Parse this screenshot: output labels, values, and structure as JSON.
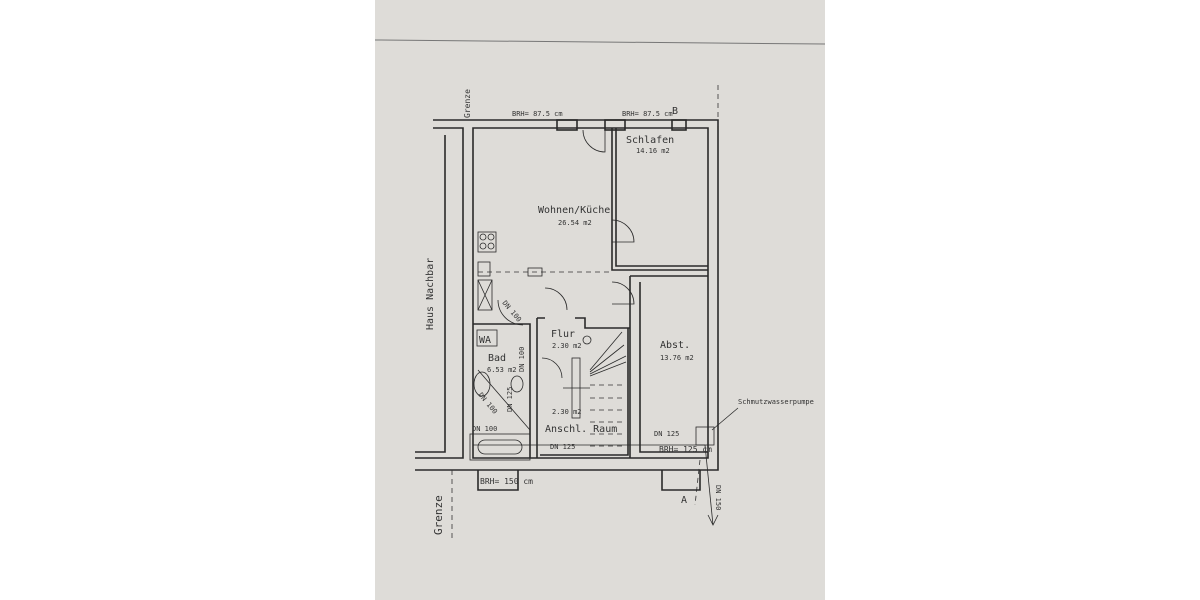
{
  "plan": {
    "border_top": "Grenze",
    "border_bottom": "Grenze",
    "neighbor": "Haus Nachbar",
    "section_b": "B",
    "section_a": "A",
    "windows": {
      "top_left": "BRH= 87.5 cm",
      "top_right": "BRH= 87.5 cm",
      "bottom_left": "BRH= 150 cm",
      "bottom_right": "BRH= 125 cm"
    },
    "rooms": [
      {
        "name": "Schlafen",
        "area": "14.16 m2"
      },
      {
        "name": "Wohnen/Küche",
        "area": "26.54 m2"
      },
      {
        "name": "Flur",
        "area": "2.30 m2"
      },
      {
        "name": "Bad",
        "area": "6.53 m2"
      },
      {
        "name": "Anschl. Raum",
        "area": "2.30 m2"
      },
      {
        "name": "Abst.",
        "area": "13.76 m2"
      }
    ],
    "wc": "WA",
    "pump": "Schmutzwasserpumpe",
    "pipes": {
      "p1": "DN 100",
      "p2": "DN 100",
      "p3": "DN 100",
      "p4": "DN 125",
      "p5": "DN 100",
      "p6": "DN 125",
      "p7": "DN 125",
      "p8": "DN 150"
    }
  }
}
